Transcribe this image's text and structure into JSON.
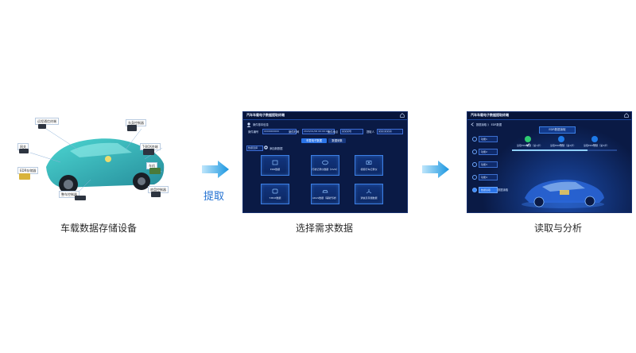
{
  "stages": [
    {
      "caption": "车载数据存储设备",
      "callouts": [
        "远程通信终端",
        "网关",
        "EDR存储器",
        "车身控制器",
        "T-BOX终端",
        "车机",
        "整车控制器",
        "底盘控制器"
      ]
    },
    {
      "caption": "选择需求数据",
      "screen": {
        "title": "汽车车载电子数据提取终端",
        "section": "案件基本信息",
        "fields": [
          {
            "label": "案件编号",
            "value": "0000000000"
          },
          {
            "label": "案件时间",
            "value": "2024/01/06 00:00:00"
          },
          {
            "label": "案件地点",
            "value": "某某某地"
          },
          {
            "label": "提取人",
            "value": "某某(某某某)"
          }
        ],
        "dropdown": "数据选择",
        "add_label": "添加新数据",
        "tabs": [
          "车载电子数据",
          "数据采集"
        ],
        "cards": [
          "EDR数据",
          "行驶记录仪数据（DVR）",
          "视频行车记录仪",
          "T-BOX数据",
          "ADAS数据（辅助驾驶）",
          "通信及存储数据"
        ]
      }
    },
    {
      "caption": "读取与分析",
      "screen": {
        "title": "汽车车载电子数据提取终端",
        "breadcrumb": "数据读取 》 EDR数据",
        "banner": "EDR数据读取",
        "side_items": [
          "功能1",
          "功能2",
          "功能3",
          "功能4",
          "数据读取"
        ],
        "active_side_label": "数据读取",
        "steps": [
          "读取EDR数据（第1步）",
          "读取EDR数据（第2步）",
          "读取EDR数据（第3步）"
        ],
        "progress_fraction": 0.72
      }
    }
  ],
  "arrow_label": "提取",
  "colors": {
    "accent": "#1f6fd1",
    "screen_bg": "#0a1a45",
    "card_border": "#3b7fe6",
    "success": "#2ecc71",
    "car_body": "#1fb3b0"
  }
}
